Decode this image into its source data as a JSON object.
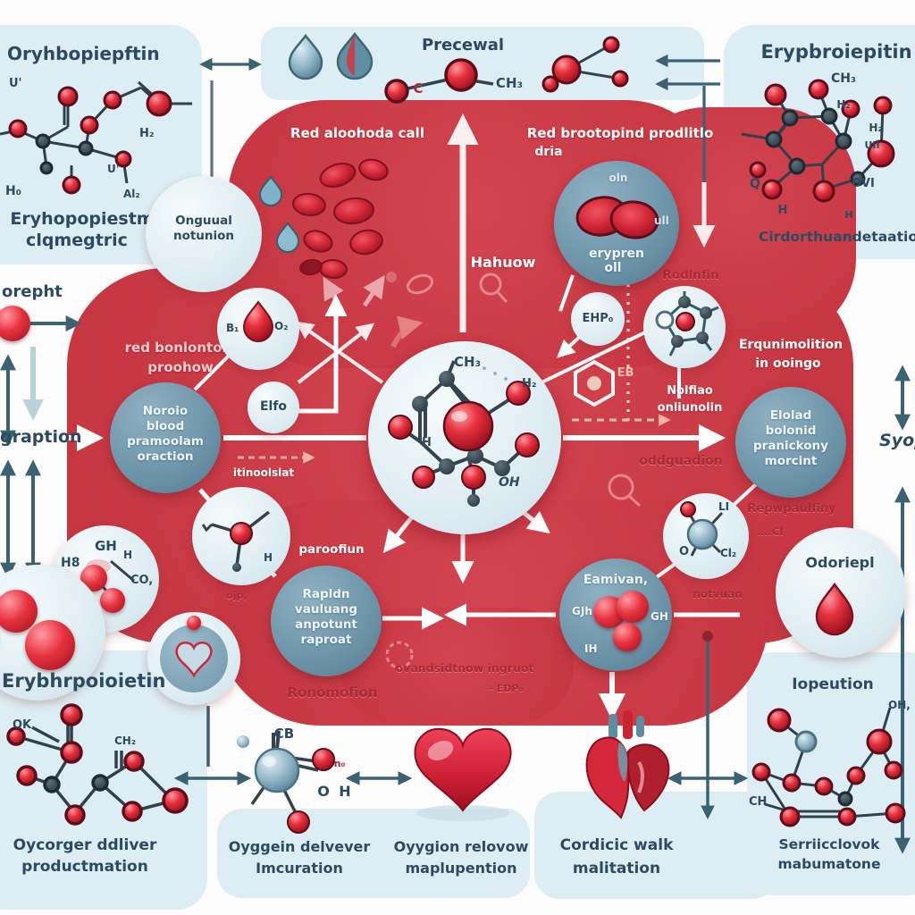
{
  "left_col": {
    "top_word": "orepht",
    "mid_word": "graption"
  },
  "right_col": {
    "word": "Syop"
  },
  "top_left_panel": {
    "title": "Oryhbopiepftin",
    "u1": "U'",
    "h2": "H₂",
    "h0": "H₀",
    "u2": "U'",
    "al2": "Al₂",
    "cap1": "Eryhopopiestm",
    "cap2": "clqmegtric"
  },
  "top_strip": {
    "title": "Precewal",
    "c": "C",
    "ch3": "CH₃"
  },
  "top_right_panel": {
    "title": "Erypbroiepitin",
    "ch3": "CH₃",
    "h2a": "H₂",
    "h2b": "H₂",
    "uii": "UII",
    "q": "Q",
    "ovi": "OVI",
    "ha": "H",
    "hb": "H",
    "cap": "Cirdorthuandetaatio"
  },
  "red_area": {
    "cell_label": "Red aloohoda call",
    "prod1": "Red brootopind prodlitlo",
    "prod2": "dria",
    "hahuow": "Hahuow",
    "rodlnfin": "Rodlnfin",
    "bon1": "red bonlontoin",
    "bon2": "proohow",
    "itin": "itinoolslat",
    "par": "paroofiun",
    "rono": "Ronomofion",
    "ovand": "ovandsidtnow ingruot",
    "edp": "– EDP₀",
    "notvuan": "notvuan",
    "repw": "Repwpaulfiny",
    "cl": "….Cl",
    "oddg": "oddguadion",
    "eb": "EB",
    "ojp": "ojp,",
    "nol1": "Nolfiao",
    "nol2": "onliunolin",
    "erq1": "Erqunimolition",
    "erq2": "in ooingo"
  },
  "circles": {
    "onguual1": "Onguual",
    "onguual2": "notunion",
    "elfo": "Elfo",
    "ehp": "EHP₀",
    "drop_b": "B₁",
    "drop_o": "O₂",
    "left1": "Noroio",
    "left2": "blood",
    "left3": "pramoolam",
    "left4": "oraction",
    "rap1": "Rapldn",
    "rap2": "vauluang",
    "rap3": "anpotunt",
    "rap4": "raproat",
    "eam": "Eamivan,",
    "eam1": "GJh",
    "eam2": "GH",
    "eam3": "IH",
    "elo1": "Elolad",
    "elo2": "bolonid",
    "elo3": "pranickony",
    "elo4": "morcint",
    "ery1": "oln",
    "ery2": "ull",
    "ery3": "erypren",
    "ery4": "oll",
    "gh1": "GH",
    "gh2": "H",
    "gh3": "H8",
    "gh4": "CO,",
    "odo": "Odoriepl",
    "c_ch3": "CH₃",
    "c_h2": "H₂",
    "c_h": "H",
    "c_oh": "OH",
    "sm_h": "H",
    "rm_li": "LI",
    "rm_o": "O",
    "rm_cl": "Cl₂"
  },
  "bottom": {
    "bl_title": "Erybhrpoioietin",
    "bl_ok": "OK",
    "bl_ch2": "CH₂",
    "bl_cap1": "Oycorger ddliver",
    "bl_cap2": "productmation",
    "cb": "CB",
    "cb_n0": "n₀",
    "cb_o": "O",
    "cb_h": "H",
    "oxy1a": "Oyggein delvever",
    "oxy1b": "Imcuration",
    "oxy2a": "Oyygion relovow",
    "oxy2b": "maplupention",
    "card1": "Cordicic walk",
    "card2": "malitation",
    "br_title": "Iopeution",
    "br_oh": "OH,",
    "br_ch": "CH",
    "br_cap1": "Serriicclovok",
    "br_cap2": "mabumatone"
  }
}
